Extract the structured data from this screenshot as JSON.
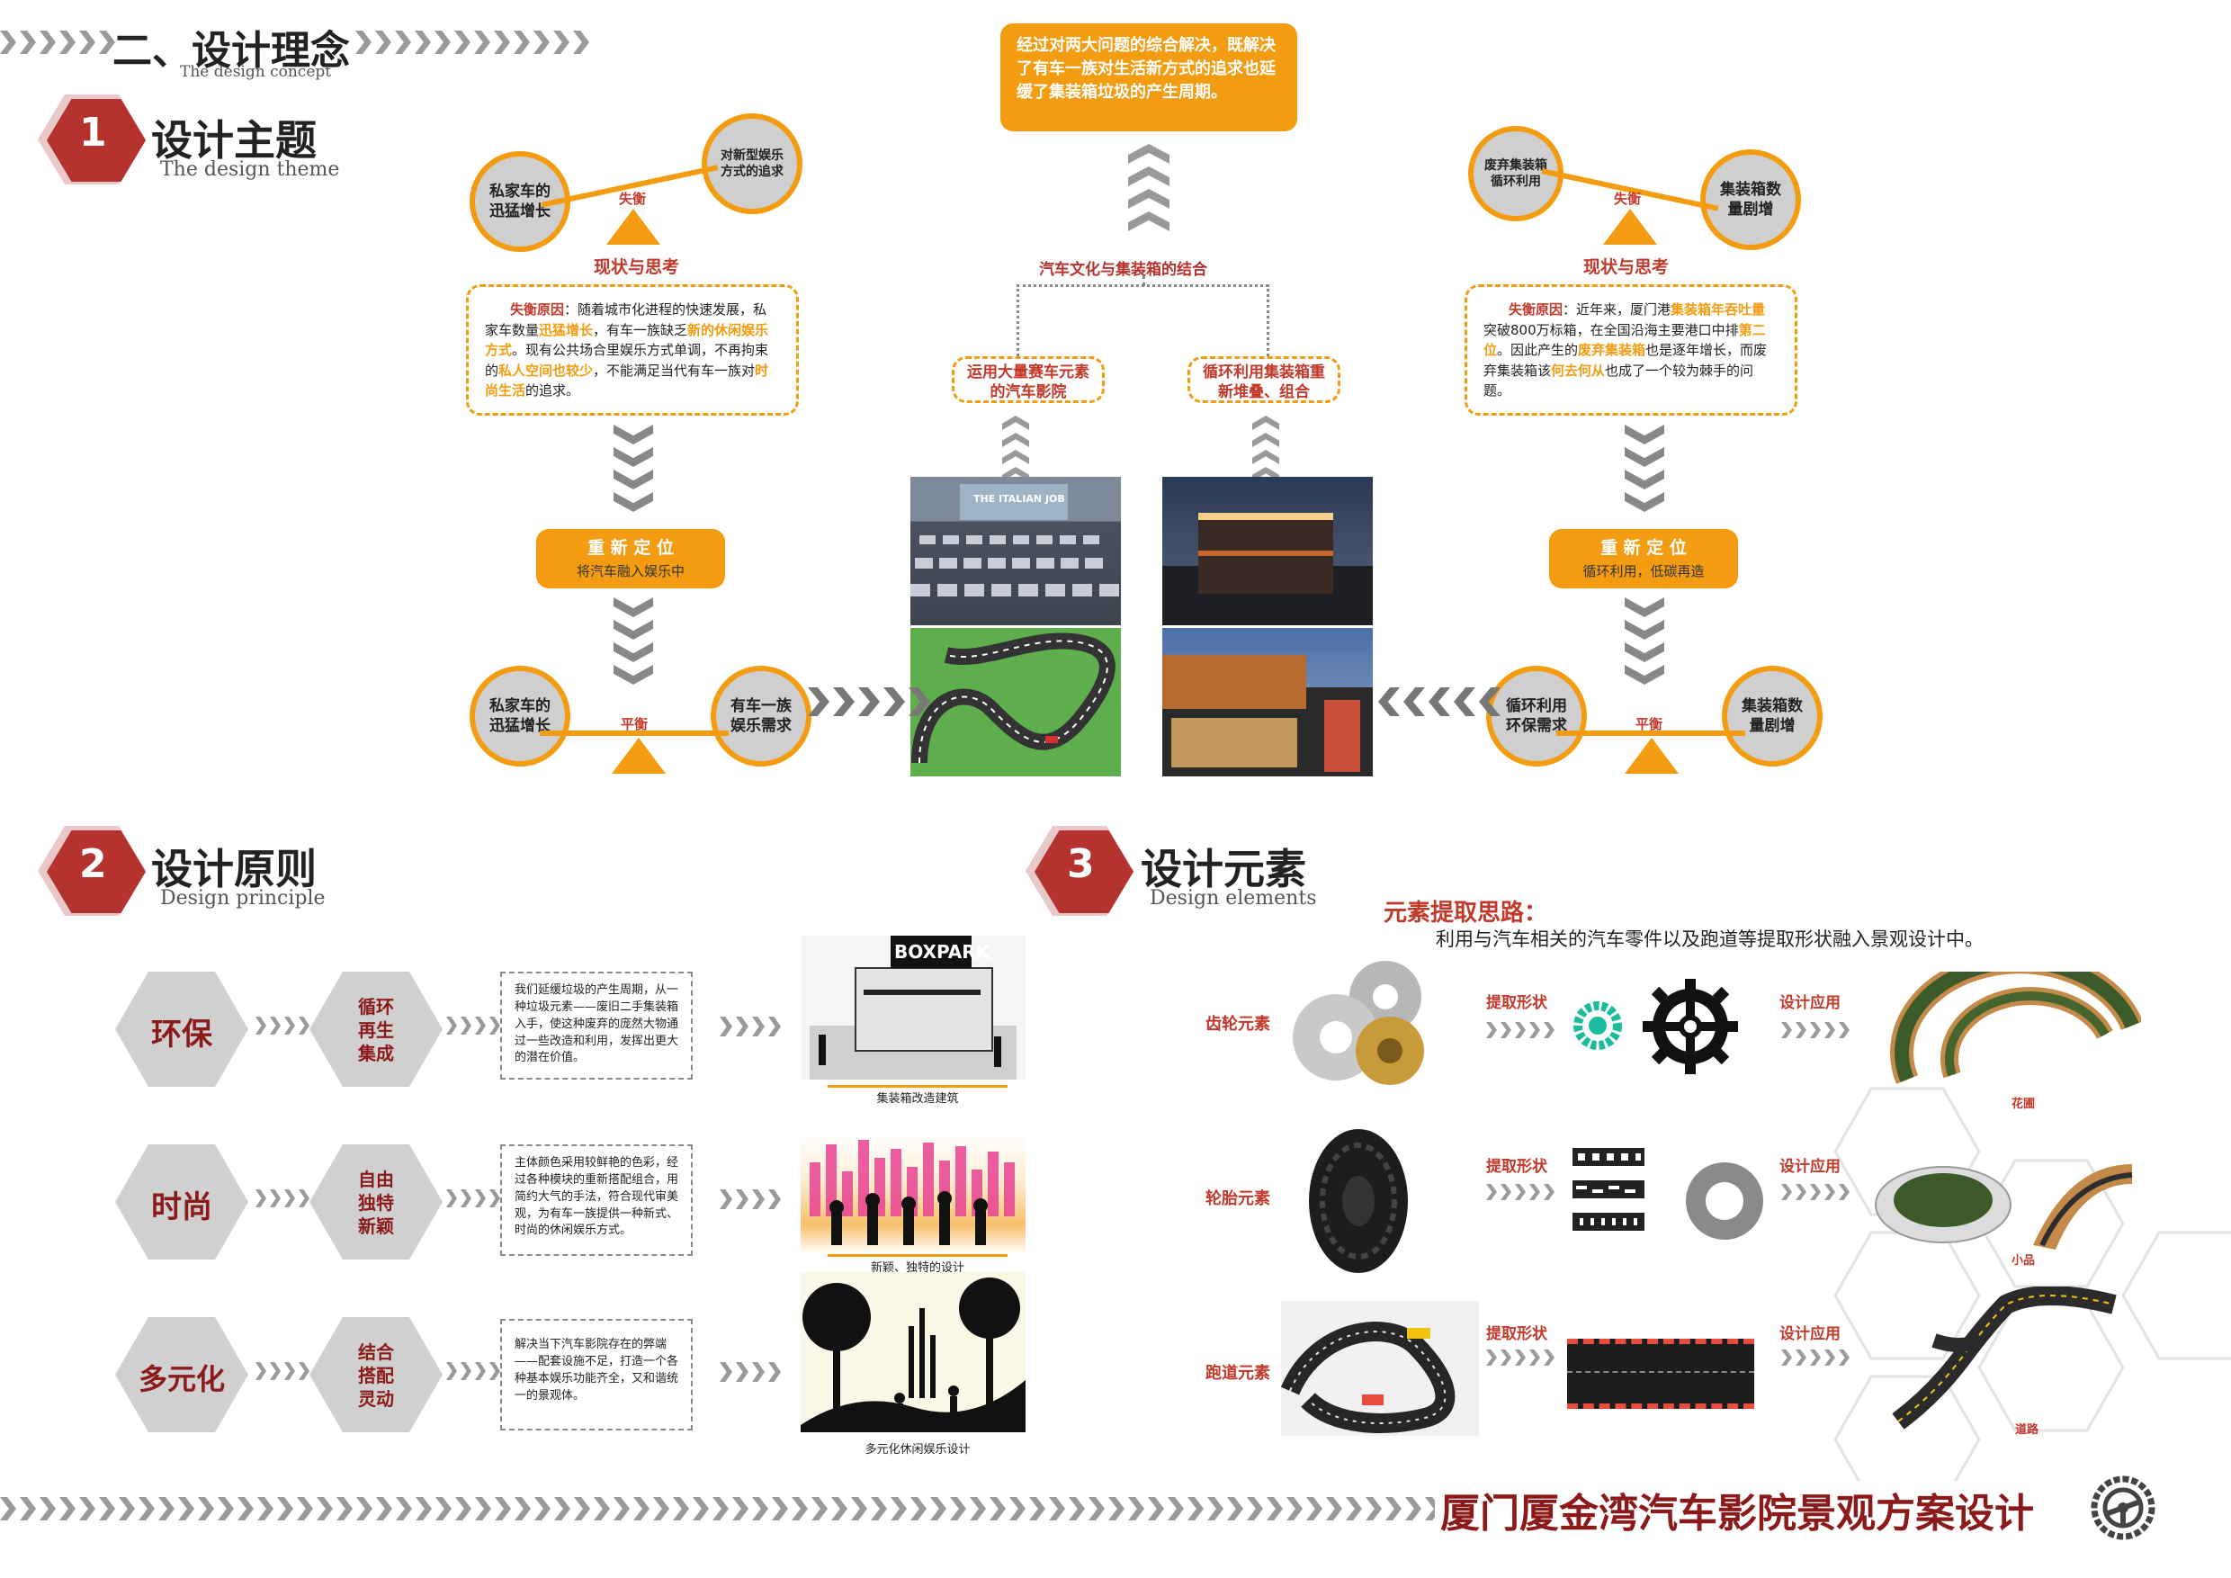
{
  "header": {
    "section_title": "二、设计理念",
    "section_subtitle": "The design concept"
  },
  "theme": {
    "number": "1",
    "title": "设计主题",
    "subtitle": "The design theme"
  },
  "top_box": {
    "text": "经过对两大问题的综合解决，既解决了有车一族对生活新方式的追求也延缓了集装箱垃圾的产生周期。"
  },
  "center": {
    "combine_label": "汽车文化与集装箱的结合",
    "left_box": "运用大量赛车元素的汽车影院",
    "right_box": "循环利用集装箱重新堆叠、组合"
  },
  "left_scale_top": {
    "left_circle": "私家车的迅猛增长",
    "right_circle": "对新型娱乐方式的追求",
    "tag": "失衡"
  },
  "right_scale_top": {
    "left_circle": "废弃集装箱循环利用",
    "right_circle": "集装箱数量剧增",
    "tag": "失衡"
  },
  "left_analysis": {
    "heading": "现状与思考",
    "label": "失衡原因",
    "p1": "：随着城市化进程的快速发展，私家车数量",
    "h1": "迅猛增长",
    "p2": "，有车一族缺乏",
    "h2": "新的休闲娱乐方式",
    "p3": "。现有公共场合里娱乐方式单调，不再拘束的",
    "h3": "私人空间也较少",
    "p4": "，不能满足当代有车一族对",
    "h4": "时尚生活",
    "p5": "的追求。"
  },
  "right_analysis": {
    "heading": "现状与思考",
    "label": "失衡原因",
    "p1": "：近年来，厦门港",
    "h1": "集装箱年吞吐量",
    "p2": "突破800万标箱，在全国沿海主要港口中排",
    "h2": "第二位",
    "p3": "。因此产生的",
    "h3": "废弃集装箱",
    "p4": "也是逐年增长，而废弃集装箱该",
    "h4": "何去何从",
    "p5": "也成了一个较为棘手的问题。"
  },
  "left_reposition": {
    "title": "重 新 定 位",
    "text": "将汽车融入娱乐中"
  },
  "right_reposition": {
    "title": "重 新 定 位",
    "text": "循环利用，低碳再造"
  },
  "left_scale_bottom": {
    "left_circle": "私家车的迅猛增长",
    "right_circle": "有车一族娱乐需求",
    "tag": "平衡"
  },
  "right_scale_bottom": {
    "left_circle": "循环利用环保需求",
    "right_circle": "集装箱数量剧增",
    "tag": "平衡"
  },
  "photos": {
    "cinema_sign": "THE ITALIAN JOB"
  },
  "principle": {
    "number": "2",
    "title": "设计原则",
    "subtitle": "Design principle",
    "rows": [
      {
        "main": "环保",
        "sub": "循环再生集成",
        "text": "我们延缓垃圾的产生周期，从一种垃圾元素——废旧二手集装箱入手，使这种废弃的庞然大物通过一些改造和利用，发挥出更大的潜在价值。",
        "caption": "集装箱改造建筑",
        "image_sign": "BOXPARK"
      },
      {
        "main": "时尚",
        "sub": "自由独特新颖",
        "text": "主体颜色采用较鲜艳的色彩，经过各种模块的重新搭配组合，用简约大气的手法，符合现代审美观，为有车一族提供一种新式、时尚的休闲娱乐方式。",
        "caption": "新颖、独特的设计"
      },
      {
        "main": "多元化",
        "sub": "结合搭配灵动",
        "text": "解决当下汽车影院存在的弊端——配套设施不足，打造一个各种基本娱乐功能齐全，又和谐统一的景观体。",
        "caption": "多元化休闲娱乐设计"
      }
    ]
  },
  "elements": {
    "number": "3",
    "title": "设计元素",
    "subtitle": "Design elements",
    "extract_heading": "元素提取思路：",
    "extract_text": "利用与汽车相关的汽车零件以及跑道等提取形状融入景观设计中。",
    "rows": [
      {
        "label": "齿轮元素",
        "extract": "提取形状",
        "apply": "设计应用",
        "caption": "花圃"
      },
      {
        "label": "轮胎元素",
        "extract": "提取形状",
        "apply": "设计应用",
        "caption": "小品"
      },
      {
        "label": "跑道元素",
        "extract": "提取形状",
        "apply": "设计应用",
        "caption": "道路"
      }
    ]
  },
  "footer": {
    "title": "厦门厦金湾汽车影院景观方案设计"
  },
  "colors": {
    "orange": "#f39c12",
    "dark_red": "#8b1a1a",
    "red": "#c0392b",
    "gray": "#cfcfcf"
  }
}
